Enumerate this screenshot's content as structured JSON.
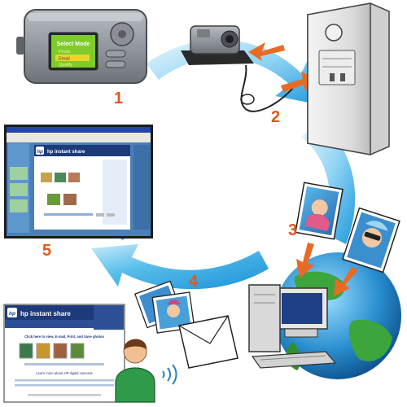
{
  "steps": [
    {
      "number": "1"
    },
    {
      "number": "2"
    },
    {
      "number": "3"
    },
    {
      "number": "4"
    },
    {
      "number": "5"
    }
  ],
  "camera": {
    "screen_title": "Select Mode",
    "menu_items": [
      "Photo",
      "Email",
      "Quality"
    ],
    "selected_item": "Email"
  },
  "desktop_window": {
    "title": "hp instant share",
    "logo": "hp"
  },
  "email_window": {
    "title": "hp instant share",
    "logo": "hp",
    "headline": "Click here to view, E-mail, Print, and Save photos",
    "footer_link": "Learn more about HP digital cameras"
  },
  "colors": {
    "arrow_gradient_light": "#dff3fc",
    "arrow_gradient_dark": "#20a0e0",
    "step_number": "#e2571c",
    "hp_navy": "#1d3a7a",
    "orange_arrow": "#e86a24"
  }
}
